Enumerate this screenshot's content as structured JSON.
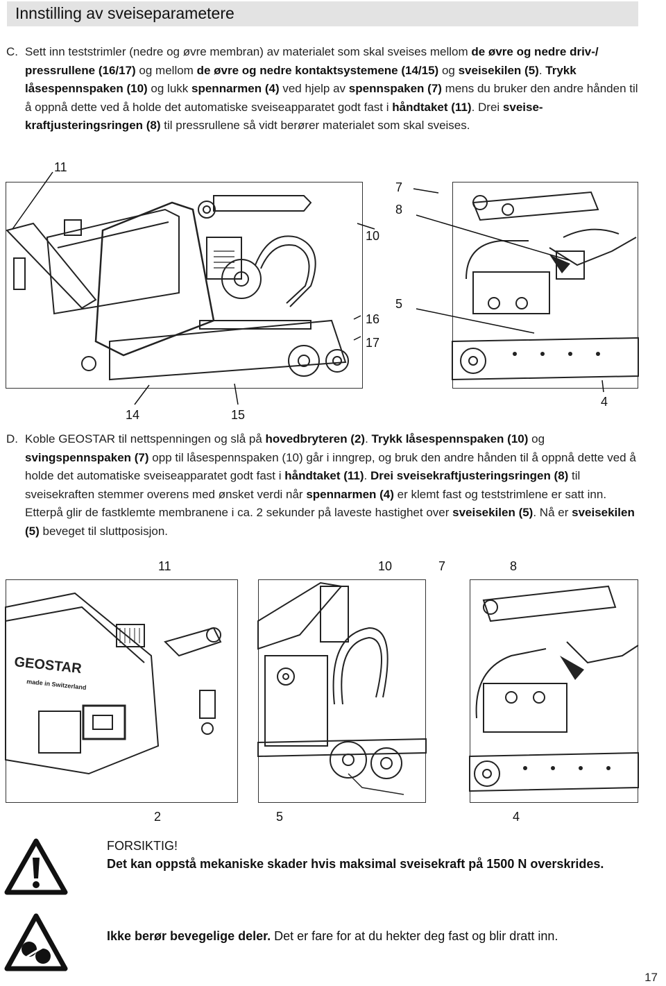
{
  "header": {
    "title": "Innstilling av sveiseparametere"
  },
  "section_c": {
    "letter": "C.",
    "t1": "Sett inn teststrimler (nedre og øvre membran) av materialet som skal sveises mellom ",
    "b1": "de øvre og nedre driv-/ pressrullene (16/17)",
    "t2": " og mellom ",
    "b2": "de øvre og nedre kontaktsystemene (14/15)",
    "t3": " og ",
    "b3": "sveisekilen (5)",
    "t4": ". ",
    "b4": "Trykk låsespennspaken (10)",
    "t5": " og lukk ",
    "b5": "spennarmen (4)",
    "t6": " ved hjelp av ",
    "b6": "spennspaken (7)",
    "t7": " mens du bruker den andre hånden til å oppnå dette ved å holde det automatiske sveiseapparatet godt fast i ",
    "b7": "håndtaket (11)",
    "t8": ". Drei ",
    "b8": "sveise-kraftjusteringsringen (8)",
    "t9": " til pressrullene så vidt berører materialet som skal sveises."
  },
  "figure1": {
    "labels": {
      "l11": "11",
      "l7": "7",
      "l8": "8",
      "l10": "10",
      "l5": "5",
      "l16": "16",
      "l17": "17",
      "l14": "14",
      "l15": "15",
      "l4": "4"
    }
  },
  "section_d": {
    "letter": "D.",
    "t1": "Koble GEOSTAR til nettspenningen og slå på ",
    "b1": "hovedbryteren (2)",
    "t2": ". ",
    "b2": "Trykk låsespennspaken (10)",
    "t3": " og ",
    "b3": "svingspennspaken (7)",
    "t4": " opp til låsespennspaken (10) går i inngrep, og bruk den andre hånden til å oppnå dette ved å holde det automatiske sveiseapparatet godt fast i ",
    "b4": "håndtaket (11)",
    "t5": ". ",
    "b5": "Drei sveisekraftjusteringsringen (8)",
    "t6": " til sveisekraften stemmer overens med ønsket verdi når ",
    "b6": "spennarmen (4)",
    "t7": " er klemt fast og teststrimlene er satt inn. Etterpå glir de fastklemte membranene i ca. 2 sekunder på laveste hastighet over ",
    "b7": "sveisekilen (5)",
    "t8": ". Nå er ",
    "b8": "sveisekilen (5)",
    "t9": " beveget til sluttposisjon."
  },
  "figure2": {
    "labels": {
      "l11": "11",
      "l10": "10",
      "l7": "7",
      "l8": "8",
      "l2": "2",
      "l5": "5",
      "l4": "4"
    },
    "brand": "GEOSTAR",
    "made_in": "made in Switzerland"
  },
  "warnings": {
    "caution_title": "FORSIKTIG!",
    "caution_text": "Det kan oppstå mekaniske skader hvis maksimal sveisekraft på 1500 N overskrides.",
    "moving_bold": "Ikke berør bevegelige deler.",
    "moving_text": " Det er fare for at du hekter deg fast og blir dratt inn."
  },
  "page_number": "17"
}
